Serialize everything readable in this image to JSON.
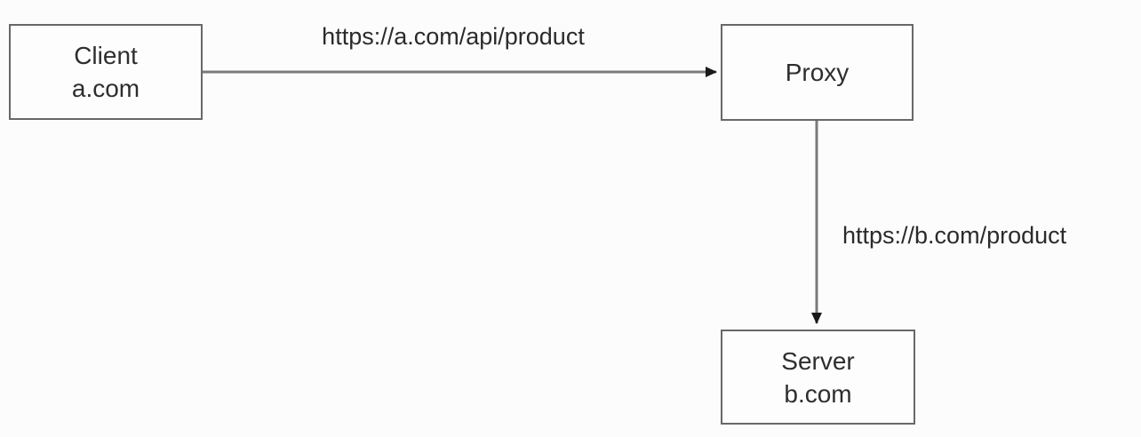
{
  "diagram": {
    "type": "flow-diagram",
    "nodes": [
      {
        "id": "client",
        "line1": "Client",
        "line2": "a.com"
      },
      {
        "id": "proxy",
        "line1": "Proxy",
        "line2": ""
      },
      {
        "id": "server",
        "line1": "Server",
        "line2": "b.com"
      }
    ],
    "edges": [
      {
        "from": "client",
        "to": "proxy",
        "label": "https://a.com/api/product",
        "direction": "right"
      },
      {
        "from": "proxy",
        "to": "server",
        "label": "https://b.com/product",
        "direction": "down"
      }
    ]
  },
  "colors": {
    "box_border": "#686868",
    "box_fill": "#fdfdfd",
    "connector_line": "#7a7a7a",
    "arrowhead": "#1a1a1a",
    "text": "#2e2e2e",
    "background": "#fcfcfc"
  }
}
